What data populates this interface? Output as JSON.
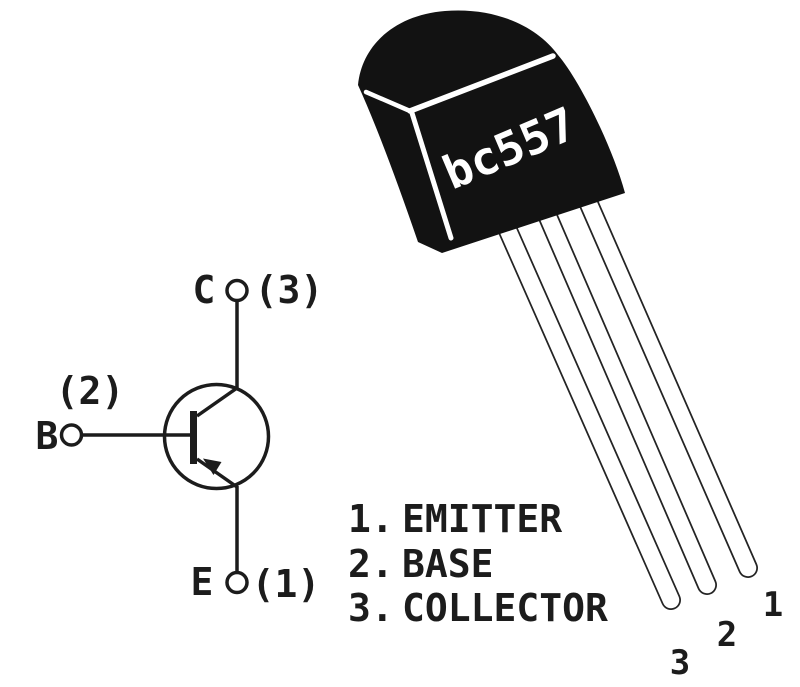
{
  "schematic": {
    "collector": {
      "letter": "C",
      "pin": "(3)"
    },
    "base": {
      "letter": "B",
      "pin": "(2)"
    },
    "emitter": {
      "letter": "E",
      "pin": "(1)"
    }
  },
  "package": {
    "marking": "bc557",
    "pin_numbers": [
      "1",
      "2",
      "3"
    ]
  },
  "legend": {
    "items": [
      {
        "num": "1.",
        "name": "EMITTER"
      },
      {
        "num": "2.",
        "name": "BASE"
      },
      {
        "num": "3.",
        "name": "COLLECTOR"
      }
    ]
  },
  "colors": {
    "ink": "#1c1c1c",
    "package_body": "#121212",
    "background": "#ffffff"
  }
}
